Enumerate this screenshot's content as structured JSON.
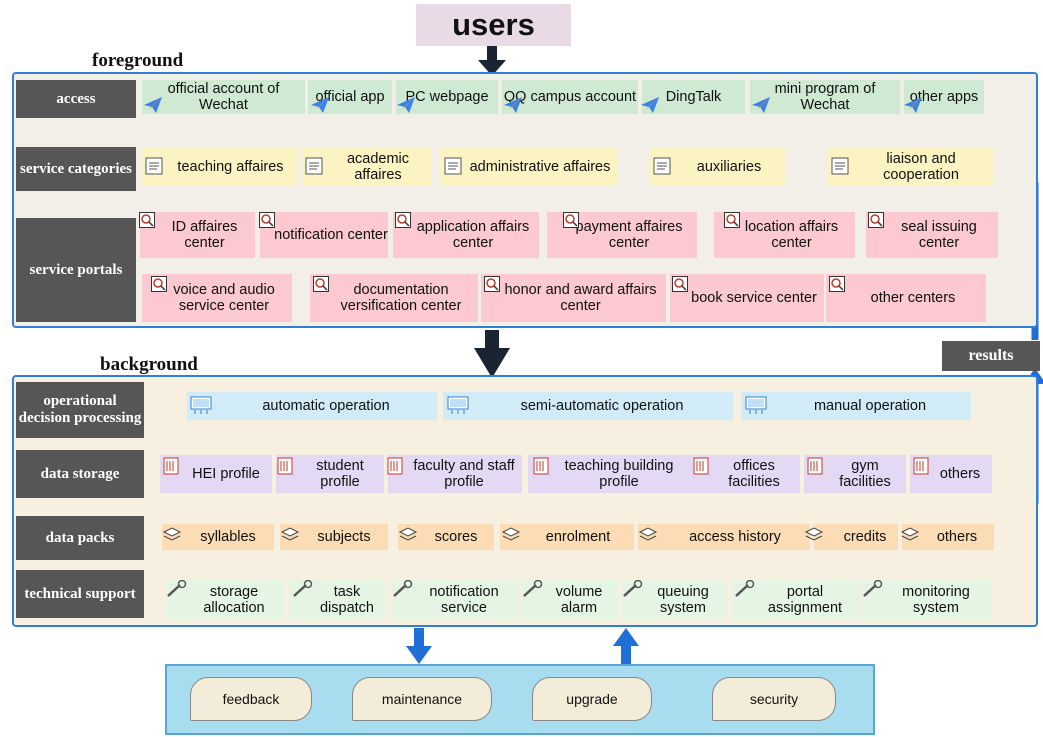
{
  "top": {
    "users": "users"
  },
  "foreground": {
    "title": "foreground",
    "access": {
      "label": "access",
      "items": [
        "official account of Wechat",
        "official app",
        "PC webpage",
        "QQ campus account",
        "DingTalk",
        "mini program of Wechat",
        "other apps"
      ]
    },
    "service_categories": {
      "label": "service categories",
      "items": [
        "teaching affaires",
        "academic affaires",
        "administrative affaires",
        "auxiliaries",
        "liaison and cooperation"
      ]
    },
    "service_portals": {
      "label": "service portals",
      "row1": [
        "ID affaires center",
        "notification center",
        "application affairs center",
        "payment affaires center",
        "location affairs center",
        "seal issuing center"
      ],
      "row2": [
        "voice and audio service center",
        "documentation versification center",
        "honor and award affairs center",
        "book service center",
        "other centers"
      ]
    }
  },
  "background": {
    "title": "background",
    "decision": {
      "label": "operational decision processing",
      "items": [
        "automatic operation",
        "semi-automatic operation",
        "manual operation"
      ]
    },
    "storage": {
      "label": "data storage",
      "items": [
        "HEI profile",
        "student profile",
        "faculty and staff profile",
        "teaching building profile",
        "offices facilities",
        "gym facilities",
        "others"
      ]
    },
    "packs": {
      "label": "data packs",
      "items": [
        "syllables",
        "subjects",
        "scores",
        "enrolment",
        "access history",
        "credits",
        "others"
      ]
    },
    "support": {
      "label": "technical support",
      "items": [
        "storage allocation",
        "task dispatch",
        "notification service",
        "volume alarm",
        "queuing system",
        "portal assignment",
        "monitoring system"
      ]
    }
  },
  "results": "results",
  "bottom": {
    "items": [
      "feedback",
      "maintenance",
      "upgrade",
      "security"
    ]
  },
  "colors": {
    "accent_blue": "#1f6fd6",
    "label_grey": "#565656",
    "arrow_dark": "#1b2433"
  }
}
